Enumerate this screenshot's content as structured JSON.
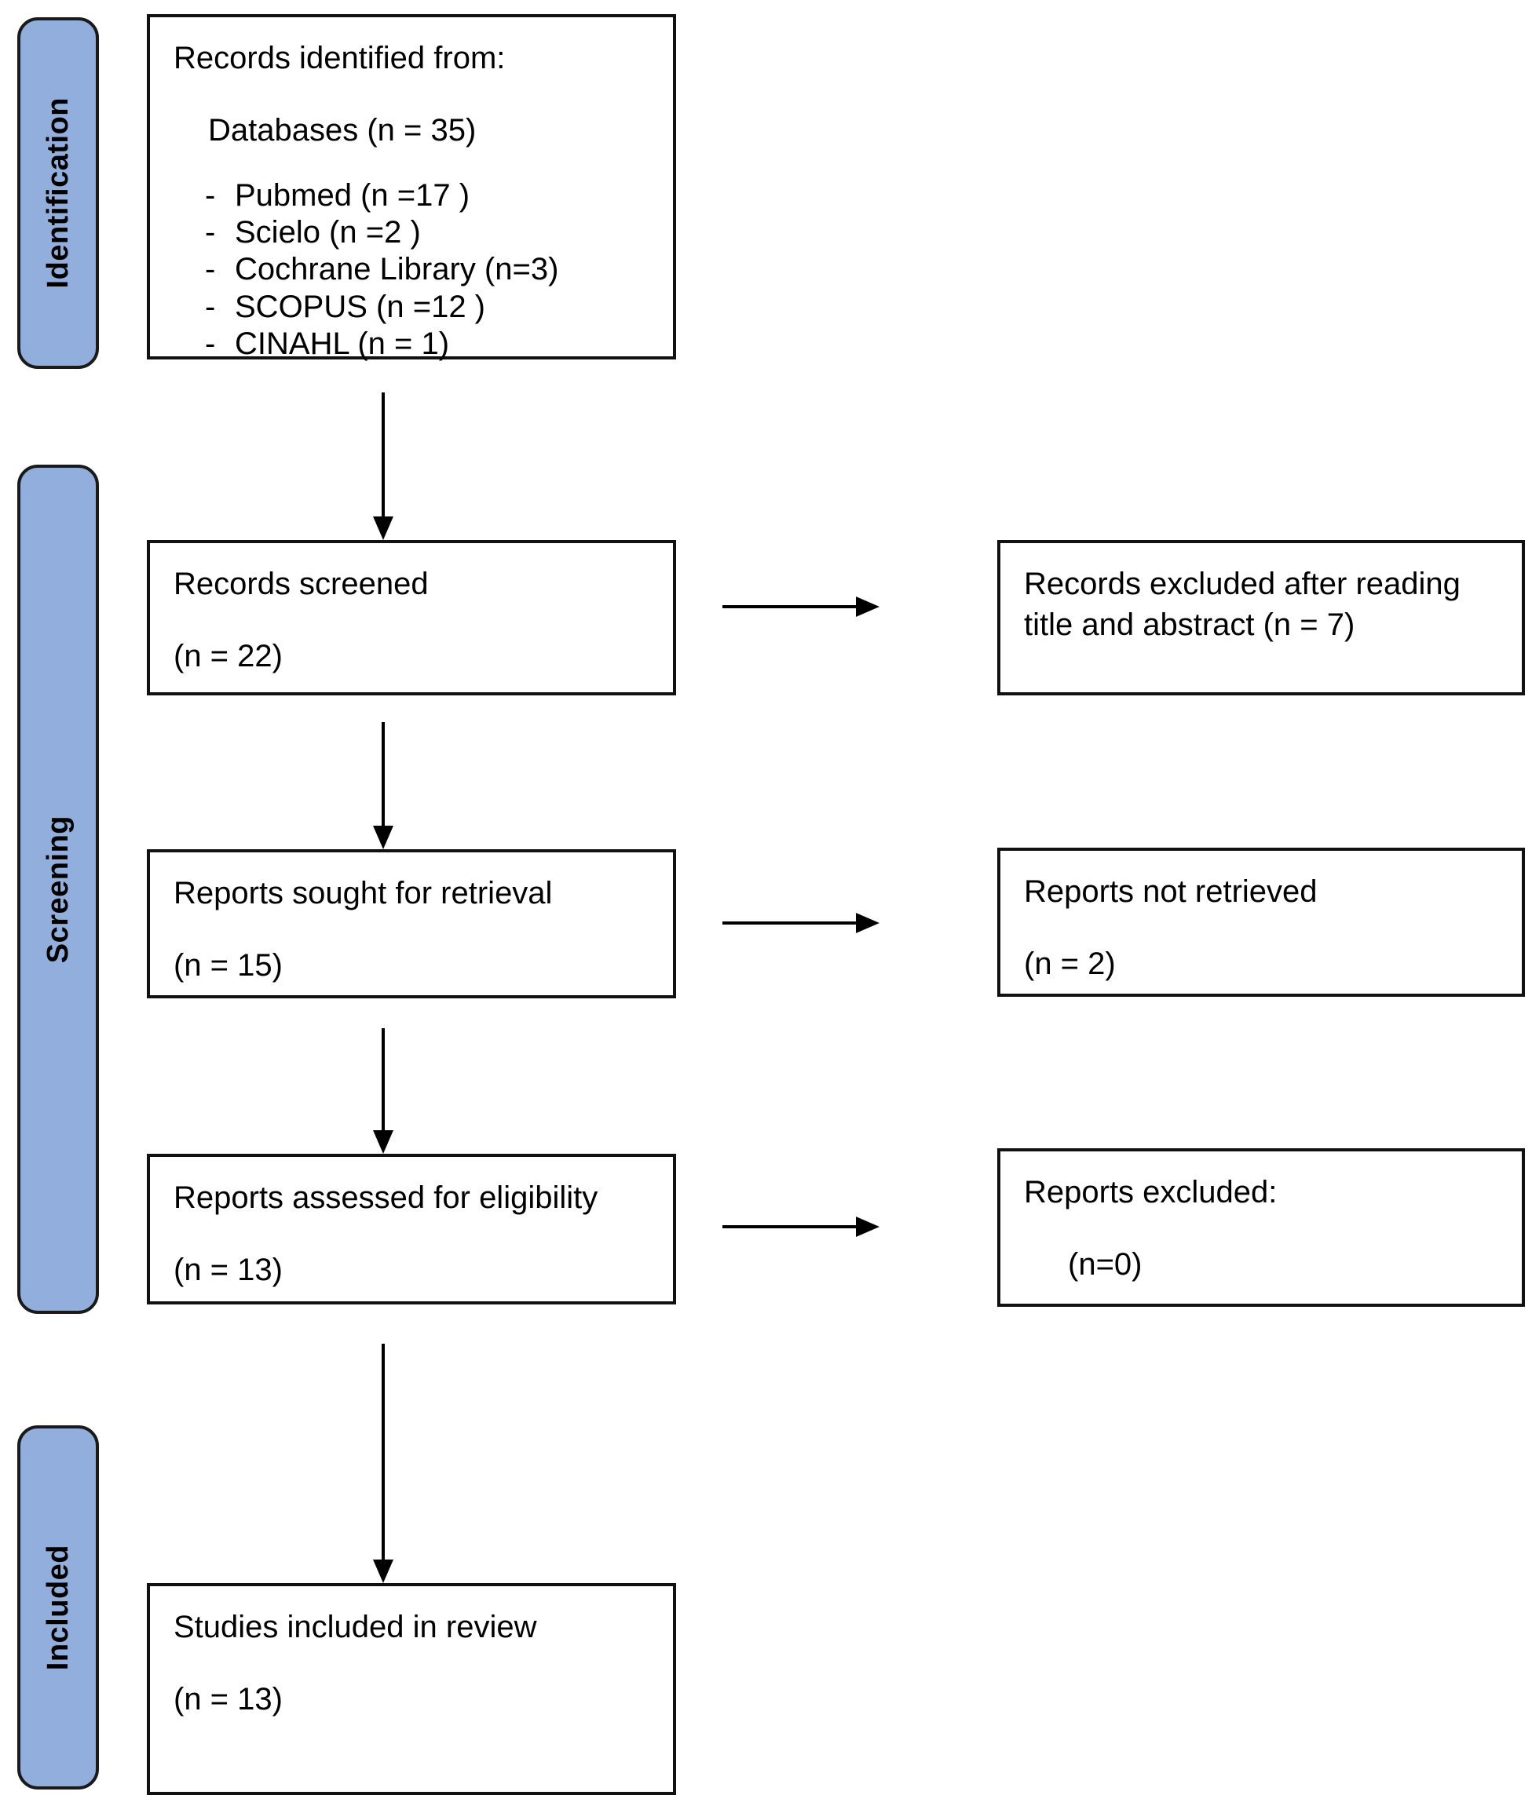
{
  "diagram": {
    "title": "PRISMA 2020 flow diagram",
    "accent_color": "#92AEDC",
    "border_color": "#111111",
    "background_color": "#ffffff"
  },
  "stages": [
    {
      "id": "identification",
      "label": "Identification"
    },
    {
      "id": "screening",
      "label": "Screening"
    },
    {
      "id": "included",
      "label": "Included"
    }
  ],
  "boxes": {
    "records_identified": {
      "heading": "Records identified from:",
      "databases_line": "Databases (n = 35)",
      "sources": [
        {
          "dash": "-",
          "text": "Pubmed (n =17 )"
        },
        {
          "dash": "-",
          "text": "Scielo (n =2 )"
        },
        {
          "dash": "-",
          "text": "Cochrane Library (n=3)"
        },
        {
          "dash": "-",
          "text": "SCOPUS (n =12 )"
        },
        {
          "dash": "-",
          "text": "CINAHL (n = 1)"
        }
      ]
    },
    "records_screened": {
      "line1": "Records screened",
      "line2": "(n = 22)"
    },
    "records_excluded": {
      "line1": "Records excluded after reading",
      "line2": "title and abstract (n = 7)"
    },
    "reports_sought": {
      "line1": "Reports sought for retrieval",
      "line2": "(n = 15)"
    },
    "reports_not_retrieved": {
      "line1": "Reports not retrieved",
      "line2": "(n = 2)"
    },
    "reports_assessed": {
      "line1": "Reports assessed for eligibility",
      "line2": "(n = 13)"
    },
    "reports_excluded": {
      "line1": "Reports excluded:",
      "line2": "(n=0)"
    },
    "studies_included": {
      "line1": "Studies included in review",
      "line2": "(n = 13)"
    }
  },
  "connectors": [
    {
      "id": "identified-to-screened",
      "type": "arrow-down"
    },
    {
      "id": "screened-to-excluded",
      "type": "arrow-right"
    },
    {
      "id": "screened-to-sought",
      "type": "arrow-down"
    },
    {
      "id": "sought-to-not-retrieved",
      "type": "arrow-right"
    },
    {
      "id": "sought-to-assessed",
      "type": "arrow-down"
    },
    {
      "id": "assessed-to-excluded",
      "type": "arrow-right"
    },
    {
      "id": "assessed-to-included",
      "type": "arrow-down"
    }
  ]
}
